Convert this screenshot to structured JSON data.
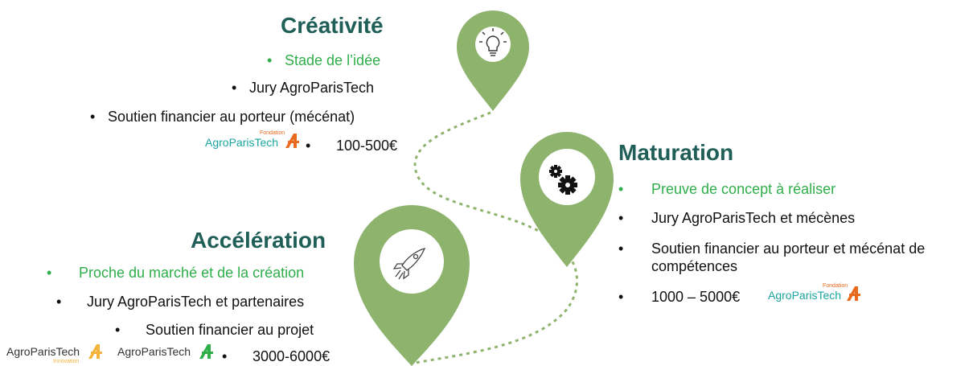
{
  "colors": {
    "pin": "#8db36d",
    "title": "#1f5f58",
    "highlight": "#2fae4a",
    "path": "#8db36d",
    "foundation_text": "#1aa5a0",
    "foundation_mark": "#e96a1e",
    "innovation_text": "#333333",
    "innovation_mark": "#f4b33c",
    "green_mark": "#2fae4a"
  },
  "stages": {
    "creativite": {
      "title": "Créativité",
      "icon": "lightbulb-icon",
      "items": [
        "Stade de l’idée",
        "Jury AgroParisTech",
        "Soutien financier au porteur (mécénat)",
        "100-500€"
      ]
    },
    "maturation": {
      "title": "Maturation",
      "icon": "gears-icon",
      "items": [
        "Preuve de concept à réaliser",
        "Jury AgroParisTech et mécènes",
        "Soutien financier au porteur et mécénat de",
        "compétences",
        "1000 – 5000€"
      ]
    },
    "acceleration": {
      "title": "Accélération",
      "icon": "rocket-icon",
      "items": [
        "Proche du marché et de la création",
        "Jury AgroParisTech et partenaires",
        "Soutien financier au projet",
        "3000-6000€"
      ]
    }
  },
  "logos": {
    "foundation": {
      "name": "AgroParisTech",
      "tag": "Fondation"
    },
    "innovation": {
      "name": "AgroParisTech",
      "tag": "Innovation"
    },
    "plain": {
      "name": "AgroParisTech"
    }
  }
}
